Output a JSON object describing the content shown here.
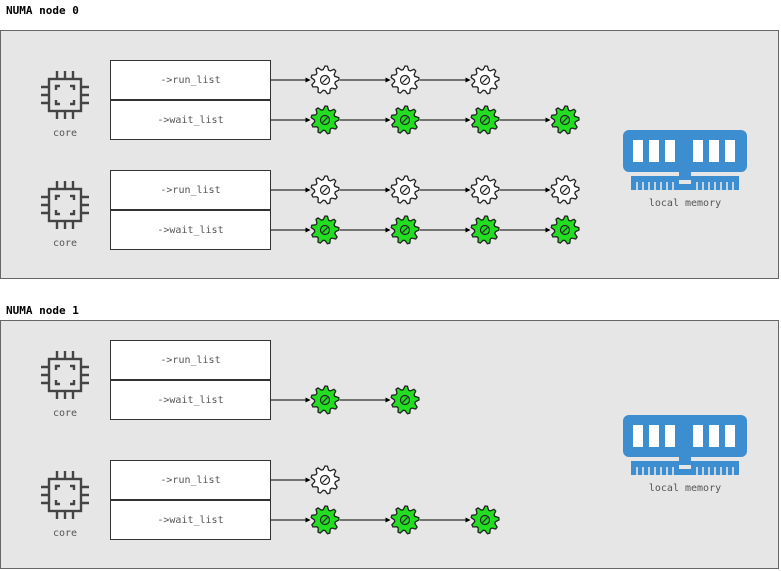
{
  "colors": {
    "busy": "#22dd22",
    "idle": "#ffffff",
    "memory": "#3d8ed1",
    "panel": "#e6e6e6"
  },
  "icons": {
    "core": "cpu-chip-icon",
    "memory": "ram-module-icon",
    "task": "gear-icon"
  },
  "nodes": [
    {
      "title": "NUMA node 0",
      "memory_label": "local memory",
      "cores": [
        {
          "label": "core",
          "run_label": "->run_list",
          "wait_label": "->wait_list",
          "run_tasks": 3,
          "wait_tasks": 4
        },
        {
          "label": "core",
          "run_label": "->run_list",
          "wait_label": "->wait_list",
          "run_tasks": 4,
          "wait_tasks": 4
        }
      ]
    },
    {
      "title": "NUMA node 1",
      "memory_label": "local memory",
      "cores": [
        {
          "label": "core",
          "run_label": "->run_list",
          "wait_label": "->wait_list",
          "run_tasks": 0,
          "wait_tasks": 2
        },
        {
          "label": "core",
          "run_label": "->run_list",
          "wait_label": "->wait_list",
          "run_tasks": 1,
          "wait_tasks": 3
        }
      ]
    }
  ]
}
